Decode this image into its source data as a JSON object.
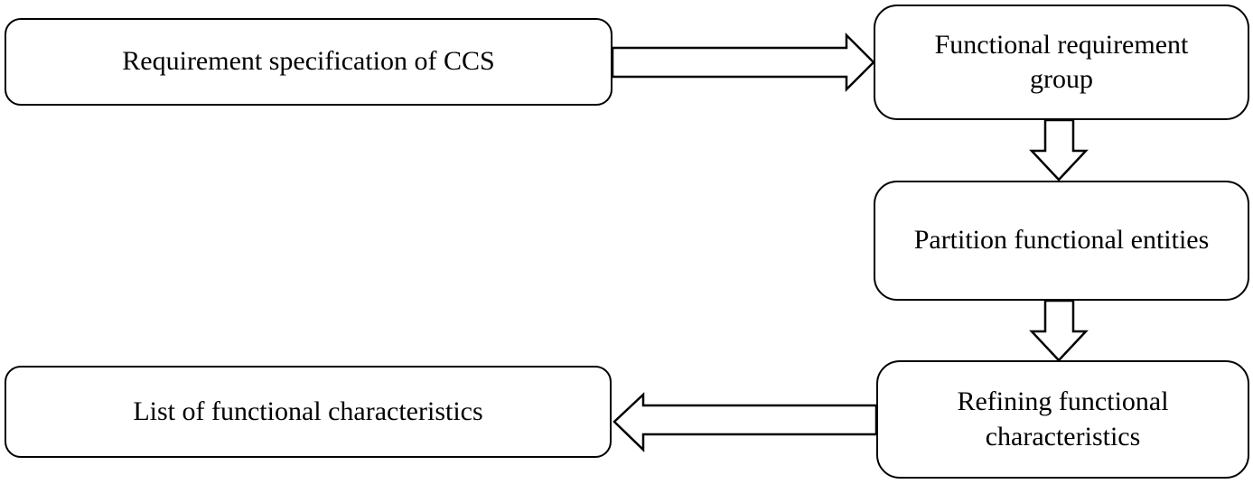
{
  "flowchart": {
    "description": "Flow diagram of deriving functional characteristics from CCS requirements",
    "background_color": "#ffffff",
    "node_fill_color": "#ffffff",
    "line_color": "#000000",
    "text_color": "#000000",
    "nodes": [
      {
        "id": "requirement-spec",
        "label": "Requirement specification of CCS"
      },
      {
        "id": "func-req-group",
        "label": "Functional requirement group"
      },
      {
        "id": "partition-entities",
        "label": "Partition functional entities"
      },
      {
        "id": "refining-chars",
        "label": "Refining functional characteristics"
      },
      {
        "id": "list-chars",
        "label": "List of functional characteristics"
      }
    ],
    "edges": [
      {
        "from": "requirement-spec",
        "to": "func-req-group",
        "direction": "right",
        "style": "hollow-block-arrow"
      },
      {
        "from": "func-req-group",
        "to": "partition-entities",
        "direction": "down",
        "style": "hollow-block-arrow"
      },
      {
        "from": "partition-entities",
        "to": "refining-chars",
        "direction": "down",
        "style": "hollow-block-arrow"
      },
      {
        "from": "refining-chars",
        "to": "list-chars",
        "direction": "left",
        "style": "hollow-block-arrow"
      }
    ]
  }
}
